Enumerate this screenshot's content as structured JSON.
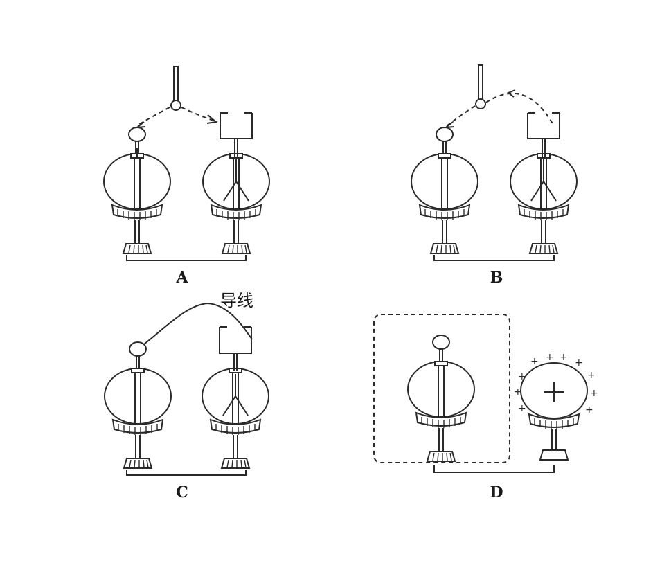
{
  "panels": [
    {
      "id": "A",
      "label": "A"
    },
    {
      "id": "B",
      "label": "B"
    },
    {
      "id": "C",
      "label": "C"
    },
    {
      "id": "D",
      "label": "D"
    }
  ],
  "wire_label": "导线",
  "charge_symbol": "+"
}
